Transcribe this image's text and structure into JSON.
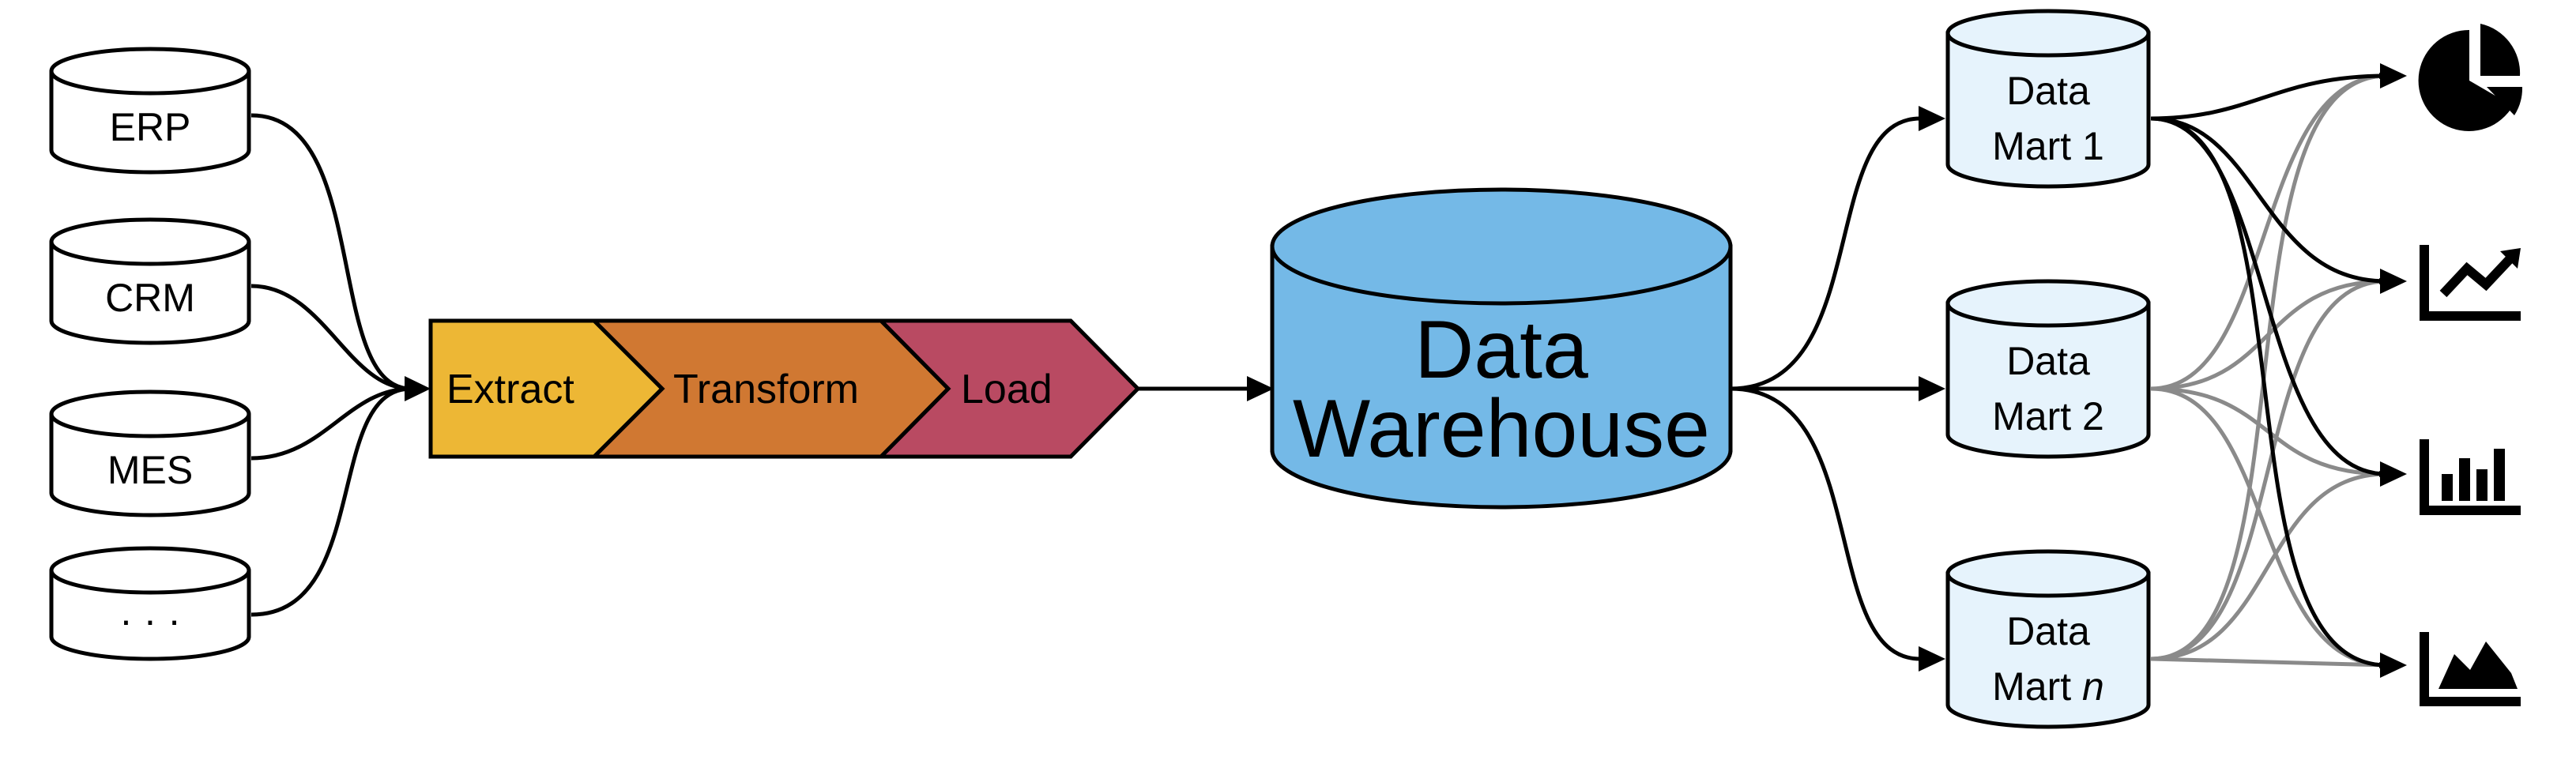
{
  "colors": {
    "extract": "#EDB735",
    "transform": "#D07832",
    "load": "#B94A62",
    "warehouse": "#74B9E7",
    "mart": "#E6F3FC",
    "source": "#FFFFFF",
    "edge_primary": "#000000",
    "edge_secondary": "#8A8A8A"
  },
  "sources": [
    {
      "label": "ERP"
    },
    {
      "label": "CRM"
    },
    {
      "label": "MES"
    },
    {
      "label": "· · ·"
    }
  ],
  "etl": {
    "extract": "Extract",
    "transform": "Transform",
    "load": "Load"
  },
  "warehouse": {
    "line1": "Data",
    "line2": "Warehouse"
  },
  "marts": [
    {
      "line1": "Data",
      "line2": "Mart 1",
      "italic_suffix": ""
    },
    {
      "line1": "Data",
      "line2": "Mart 2",
      "italic_suffix": ""
    },
    {
      "line1": "Data",
      "line2": "Mart ",
      "italic_suffix": "n"
    }
  ],
  "outputs": [
    {
      "icon": "pie-chart-icon"
    },
    {
      "icon": "line-chart-icon"
    },
    {
      "icon": "bar-chart-icon"
    },
    {
      "icon": "area-chart-icon"
    }
  ]
}
